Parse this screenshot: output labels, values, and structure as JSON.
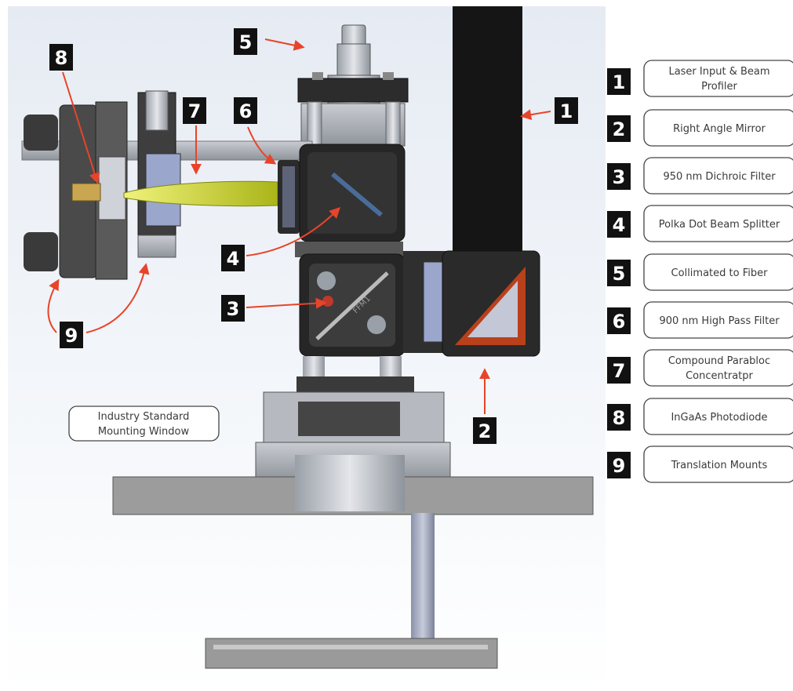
{
  "callouts": [
    {
      "n": "1",
      "label": "Laser Input & Beam Profiler",
      "lines": [
        "Laser Input & Beam",
        "Profiler"
      ]
    },
    {
      "n": "2",
      "label": "Right Angle Mirror",
      "lines": [
        "Right Angle Mirror"
      ]
    },
    {
      "n": "3",
      "label": "950 nm Dichroic Filter",
      "lines": [
        "950 nm Dichroic Filter"
      ]
    },
    {
      "n": "4",
      "label": "Polka Dot Beam Splitter",
      "lines": [
        "Polka Dot Beam Splitter"
      ]
    },
    {
      "n": "5",
      "label": "Collimated to Fiber",
      "lines": [
        "Collimated to Fiber"
      ]
    },
    {
      "n": "6",
      "label": "900 nm High Pass Filter",
      "lines": [
        "900 nm High Pass Filter"
      ]
    },
    {
      "n": "7",
      "label": "Compound Parabloc Concentratpr",
      "lines": [
        "Compound Parabloc",
        "Concentratpr"
      ]
    },
    {
      "n": "8",
      "label": "InGaAs Photodiode",
      "lines": [
        "InGaAs Photodiode"
      ]
    },
    {
      "n": "9",
      "label": "Translation Mounts",
      "lines": [
        "Translation Mounts"
      ]
    }
  ],
  "window_label": {
    "lines": [
      "Industry Standard",
      "Mounting Window"
    ]
  },
  "part_text": {
    "filter_engraving": "FFM1"
  },
  "colors": {
    "arrow": "#e8442a",
    "badge": "#111111",
    "beam": "#c9cf1e",
    "mirror": "#b8411c"
  }
}
